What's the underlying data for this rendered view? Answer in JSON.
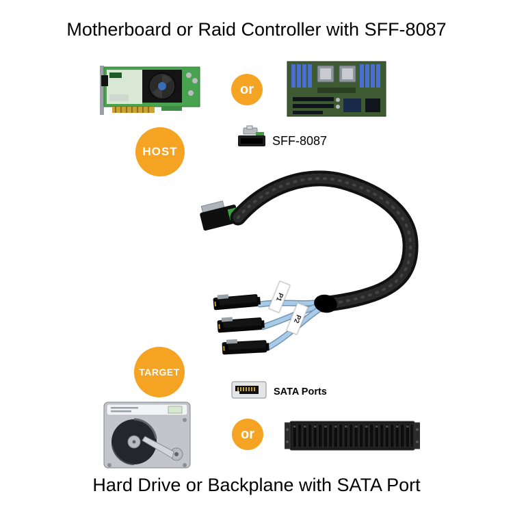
{
  "top_title": "Motherboard or Raid Controller with SFF-8087",
  "bottom_title": "Hard Drive or Backplane with SATA Port",
  "badges": {
    "or_top": "or",
    "host": "HOST",
    "target": "TARGET",
    "or_bottom": "or"
  },
  "labels": {
    "sff_connector": "SFF-8087",
    "sata_ports": "SATA Ports",
    "cable_tag_p1": "P1",
    "cable_tag_p2": "P2"
  },
  "figures": {
    "raid_controller": "raid-controller-card",
    "motherboard": "server-motherboard",
    "sff_8087_connector": "sff-8087-mini-sas-connector",
    "mini_sas_to_sata_cable": "sff-8087-to-4x-sata-breakout-cable",
    "sata_port": "sata-port",
    "hard_drive": "open-hard-disk-drive",
    "backplane": "server-drive-backplane"
  },
  "colors": {
    "accent_orange": "#F5A322",
    "badge_text": "#FFFFFF",
    "title_text": "#000000",
    "cable_blue": "#A9CBE8",
    "cable_sleeve": "#111111"
  }
}
